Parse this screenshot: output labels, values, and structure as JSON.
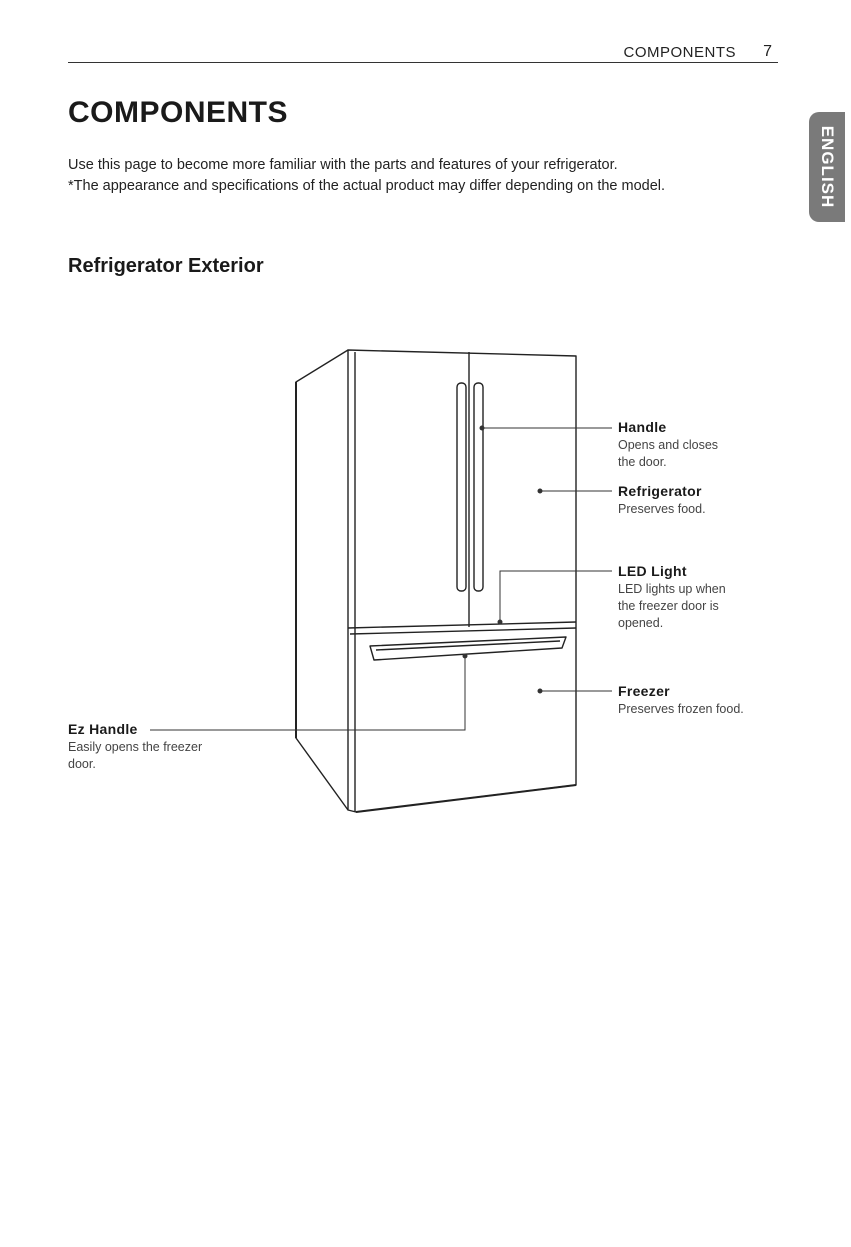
{
  "header": {
    "section": "COMPONENTS",
    "page_number": "7"
  },
  "language_tab": "ENGLISH",
  "title": "COMPONENTS",
  "intro": [
    "Use this page to become more familiar with the parts and features of your refrigerator.",
    "*The appearance and specifications of the actual product may differ depending on the model."
  ],
  "section_title": "Refrigerator Exterior",
  "callouts": {
    "handle": {
      "title": "Handle",
      "desc": [
        "Opens and closes",
        "the door."
      ]
    },
    "refrigerator": {
      "title": "Refrigerator",
      "desc": [
        "Preserves food."
      ]
    },
    "led_light": {
      "title": "LED Light",
      "desc": [
        "LED lights up when",
        "the freezer door is",
        "opened."
      ]
    },
    "freezer": {
      "title": "Freezer",
      "desc": [
        "Preserves frozen food."
      ]
    },
    "ez_handle": {
      "title": "Ez Handle",
      "desc": [
        "Easily opens the freezer",
        "door."
      ]
    }
  }
}
